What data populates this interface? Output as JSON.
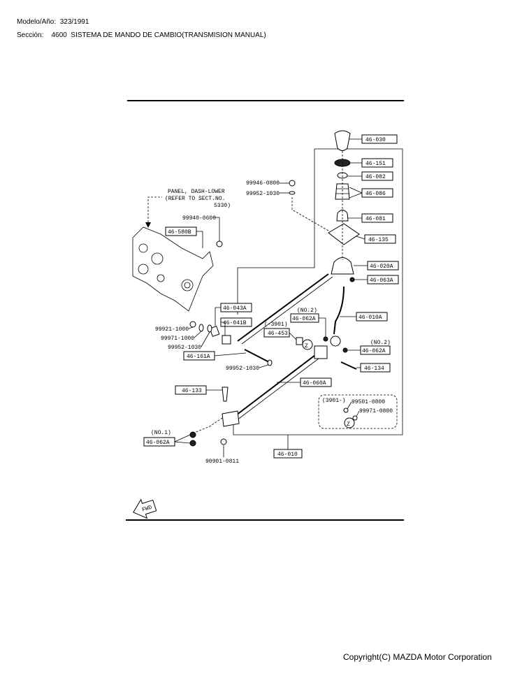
{
  "header": {
    "model_line": "Modelo/Año:  323/1991",
    "section_line": "Sección:    4600  SISTEMA DE MANDO DE CAMBIO(TRANSMISION MANUAL)"
  },
  "footer": {
    "copyright": "Copyright(C) MAZDA Motor Corporation"
  },
  "diagram": {
    "part_labels": [
      "46-030",
      "46-151",
      "46-082",
      "46-086",
      "46-081",
      "46-135",
      "46-020A",
      "46-063A",
      "46-010A",
      "46-062A",
      "46-062A",
      "46-134",
      "46-060A",
      "46-043A",
      "46-041B",
      "46-453",
      "46-161A",
      "46-133",
      "46-062A",
      "46-010",
      "46-580B"
    ],
    "part_numbers": {
      "pn_99946": "99946-0800",
      "pn_99952_top": "99952-1030",
      "pn_99940": "99940-0600",
      "pn_99921": "99921-1000",
      "pn_99971": "99971-1000",
      "pn_99952_mid": "99952-1030",
      "pn_99952_low": "99952-1030",
      "pn_90901": "90901-0811",
      "pn_99501": "99501-0800",
      "pn_99971_box": "99971-0800"
    },
    "notes": {
      "panel_line1": "PANEL, DASH-LOWER",
      "panel_line2": "(REFER TO SECT.NO.",
      "panel_line3": "5330)",
      "no2_top": "(NO.2)",
      "no2_right": "(NO.2)",
      "no1": "(NO.1)",
      "ref_3901": "(-3901)",
      "ref_3901_box": "(3901-)",
      "z_marker": "Z",
      "fwd": "FWD"
    }
  }
}
